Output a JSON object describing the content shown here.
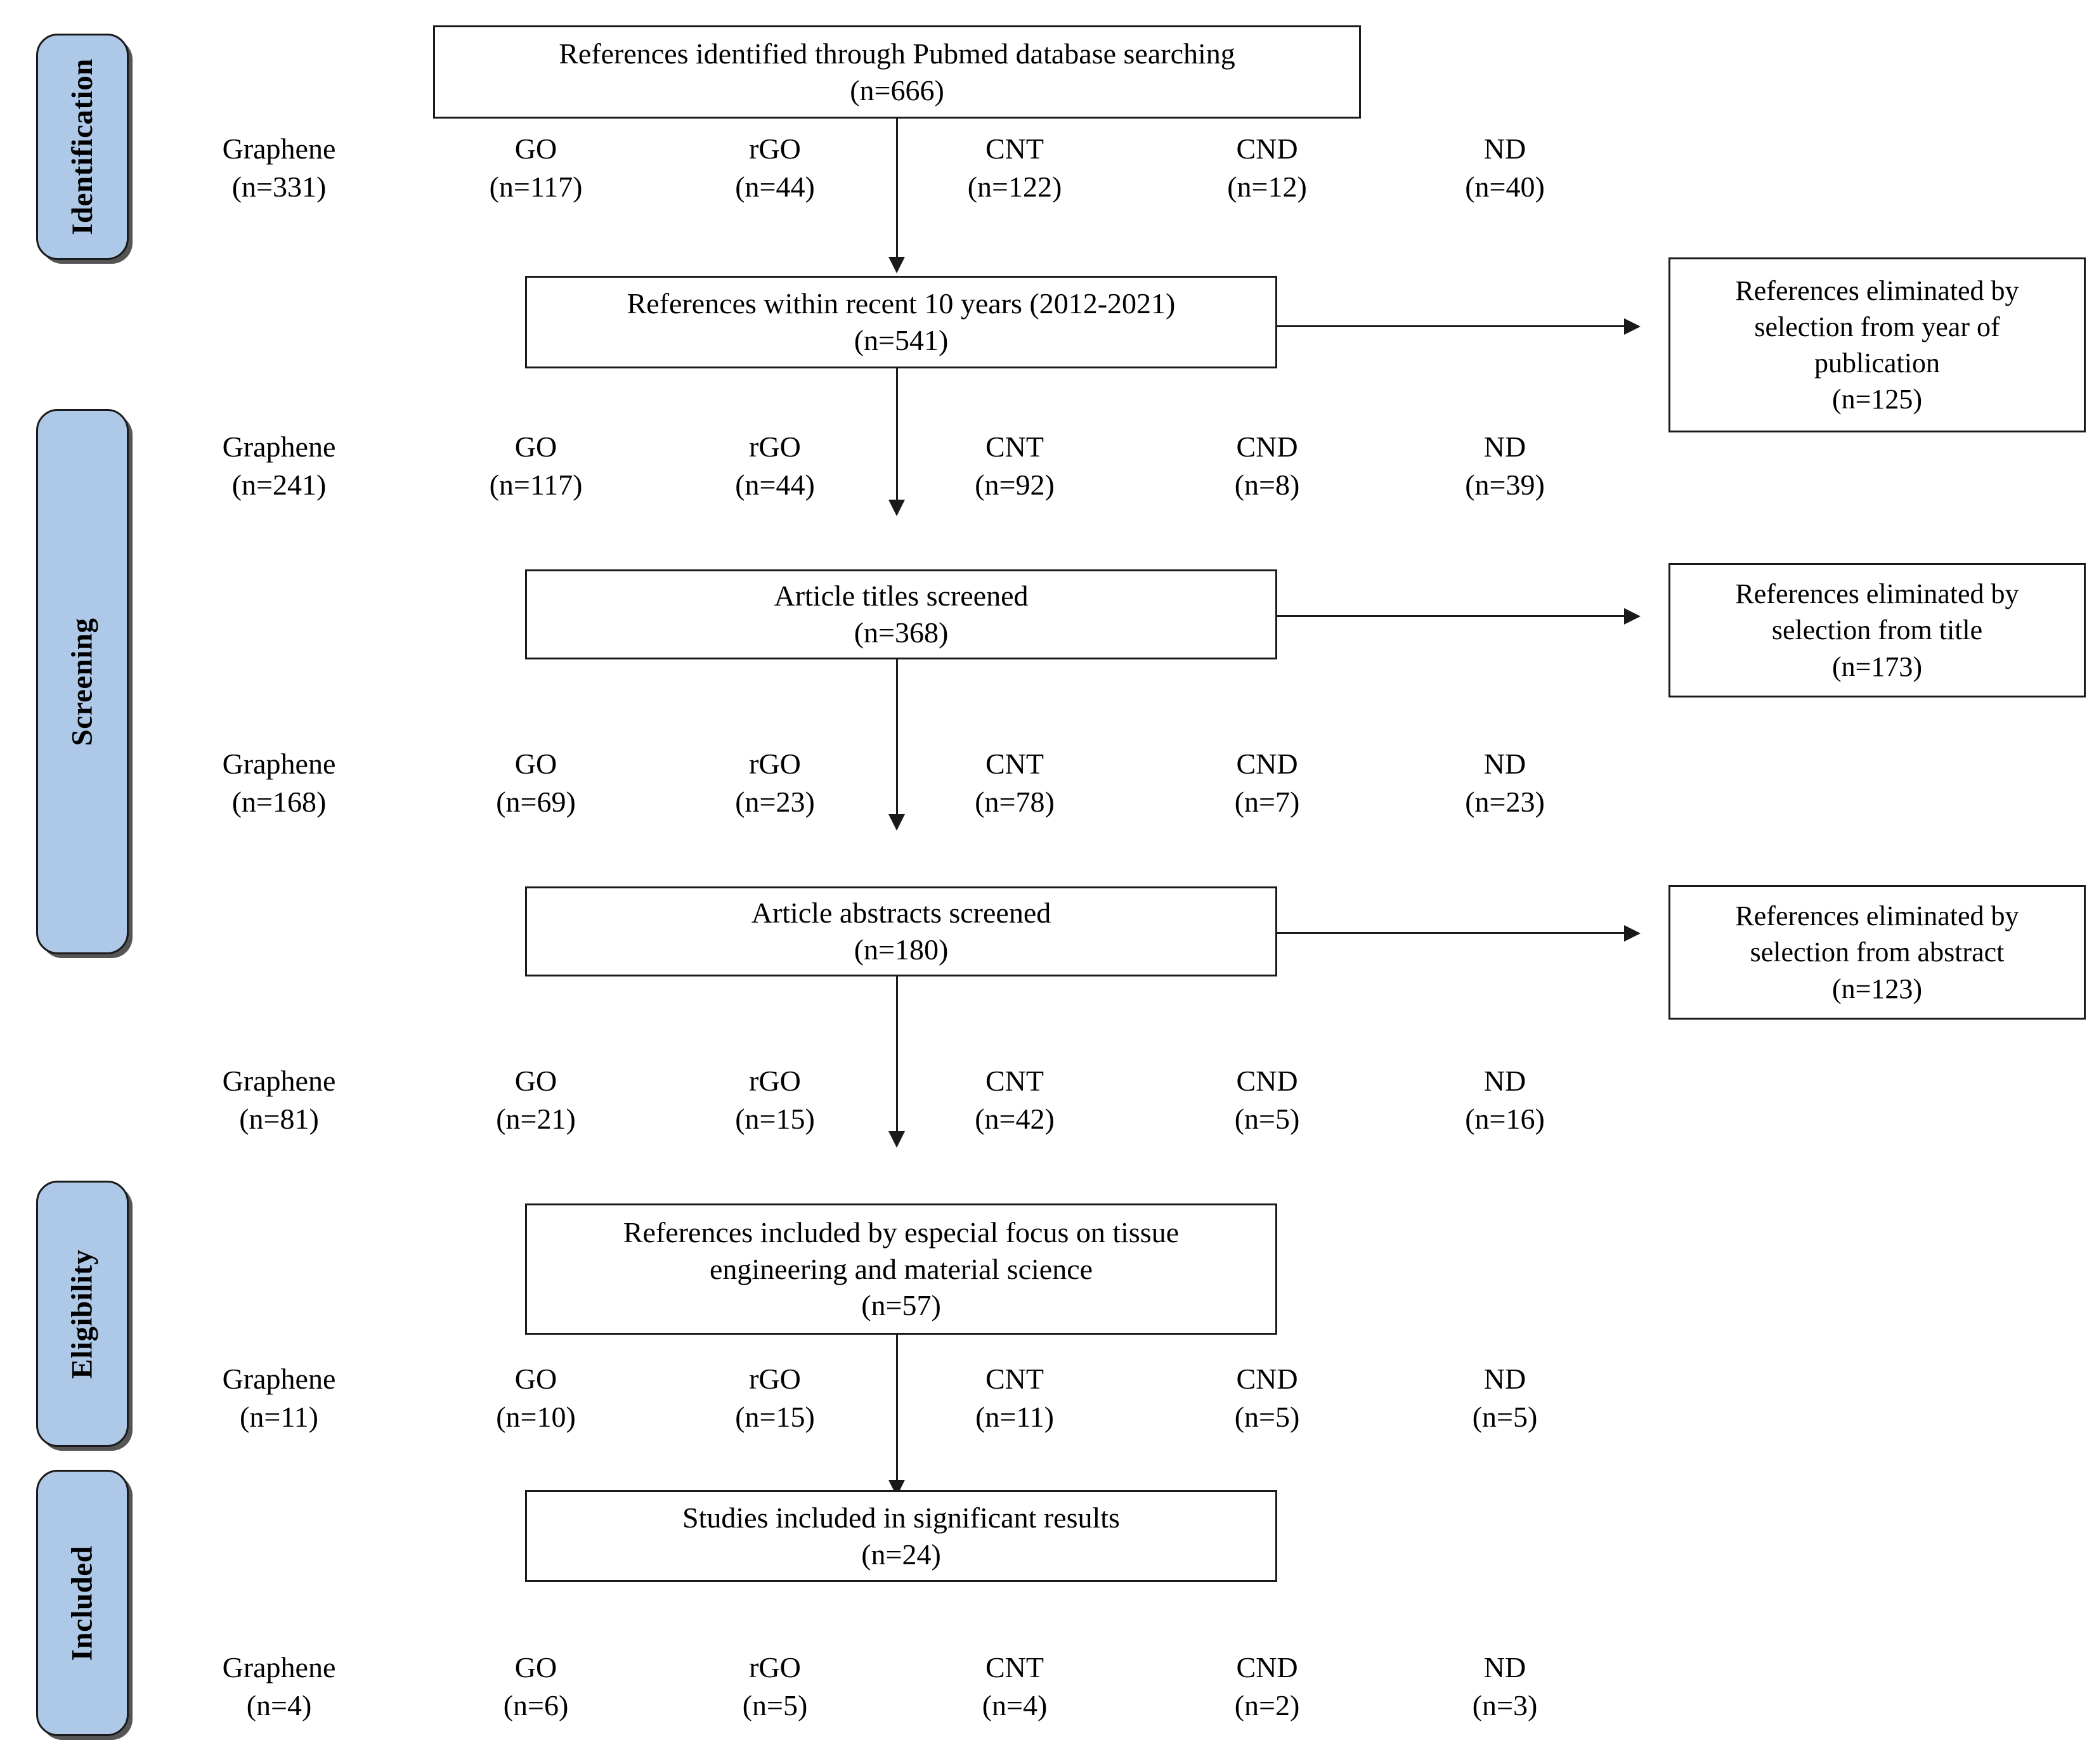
{
  "diagram": {
    "title": "PRISMA flow diagram",
    "accent_color": "#aec9e8",
    "line_color": "#1a1a1a",
    "background_color": "#ffffff"
  },
  "stages": [
    {
      "label": "Identification"
    },
    {
      "label": "Screening"
    },
    {
      "label": "Eligibility"
    },
    {
      "label": "Included"
    }
  ],
  "flow_boxes": [
    {
      "line1": "References identified through Pubmed database searching",
      "line2": "(n=666)"
    },
    {
      "line1": "References within recent 10 years (2012-2021)",
      "line2": "(n=541)"
    },
    {
      "line1": "Article titles screened",
      "line2": "(n=368)"
    },
    {
      "line1": "Article abstracts screened",
      "line2": "(n=180)"
    },
    {
      "line1": "References included by especial focus on tissue",
      "line2": "engineering and material science",
      "line3": "(n=57)"
    },
    {
      "line1": "Studies included in significant results",
      "line2": "(n=24)"
    }
  ],
  "exclusion_boxes": [
    {
      "line1": "References eliminated by",
      "line2": "selection from year of",
      "line3": "publication",
      "line4": "(n=125)"
    },
    {
      "line1": "References eliminated by",
      "line2": "selection from title",
      "line3": "(n=173)"
    },
    {
      "line1": "References eliminated by",
      "line2": "selection from abstract",
      "line3": "(n=123)"
    }
  ],
  "material_labels": [
    "Graphene",
    "GO",
    "rGO",
    "CNT",
    "CND",
    "ND"
  ],
  "count_rows": [
    {
      "row_id": "identified",
      "values": [
        "(n=331)",
        "(n=117)",
        "(n=44)",
        "(n=122)",
        "(n=12)",
        "(n=40)"
      ]
    },
    {
      "row_id": "recent-10-years",
      "values": [
        "(n=241)",
        "(n=117)",
        "(n=44)",
        "(n=92)",
        "(n=8)",
        "(n=39)"
      ]
    },
    {
      "row_id": "titles-screened",
      "values": [
        "(n=168)",
        "(n=69)",
        "(n=23)",
        "(n=78)",
        "(n=7)",
        "(n=23)"
      ]
    },
    {
      "row_id": "abstracts-screened",
      "values": [
        "(n=81)",
        "(n=21)",
        "(n=15)",
        "(n=42)",
        "(n=5)",
        "(n=16)"
      ]
    },
    {
      "row_id": "eligibility-included",
      "values": [
        "(n=11)",
        "(n=10)",
        "(n=15)",
        "(n=11)",
        "(n=5)",
        "(n=5)"
      ]
    },
    {
      "row_id": "studies-included",
      "values": [
        "(n=4)",
        "(n=6)",
        "(n=5)",
        "(n=4)",
        "(n=2)",
        "(n=3)"
      ]
    }
  ],
  "chart_data": {
    "type": "table",
    "title": "PRISMA flow diagram of reference selection",
    "categories": [
      "Graphene",
      "GO",
      "rGO",
      "CNT",
      "CND",
      "ND"
    ],
    "series": [
      {
        "name": "References identified through Pubmed database searching (n=666)",
        "values": [
          331,
          117,
          44,
          122,
          12,
          40
        ]
      },
      {
        "name": "References within recent 10 years (2012-2021) (n=541)",
        "values": [
          241,
          117,
          44,
          92,
          8,
          39
        ]
      },
      {
        "name": "Article titles screened (n=368)",
        "values": [
          168,
          69,
          23,
          78,
          7,
          23
        ]
      },
      {
        "name": "Article abstracts screened (n=180)",
        "values": [
          81,
          21,
          15,
          42,
          5,
          16
        ]
      },
      {
        "name": "References included by especial focus on tissue engineering and material science (n=57)",
        "values": [
          11,
          10,
          15,
          11,
          5,
          5
        ]
      },
      {
        "name": "Studies included in significant results (n=24)",
        "values": [
          4,
          6,
          5,
          4,
          2,
          3
        ]
      }
    ],
    "exclusions": [
      {
        "reason": "References eliminated by selection from year of publication",
        "n": 125
      },
      {
        "reason": "References eliminated by selection from title",
        "n": 173
      },
      {
        "reason": "References eliminated by selection from abstract",
        "n": 123
      }
    ],
    "totals": [
      666,
      541,
      368,
      180,
      57,
      24
    ],
    "xlabel": "",
    "ylabel": "",
    "grid": false,
    "legend": "none"
  }
}
